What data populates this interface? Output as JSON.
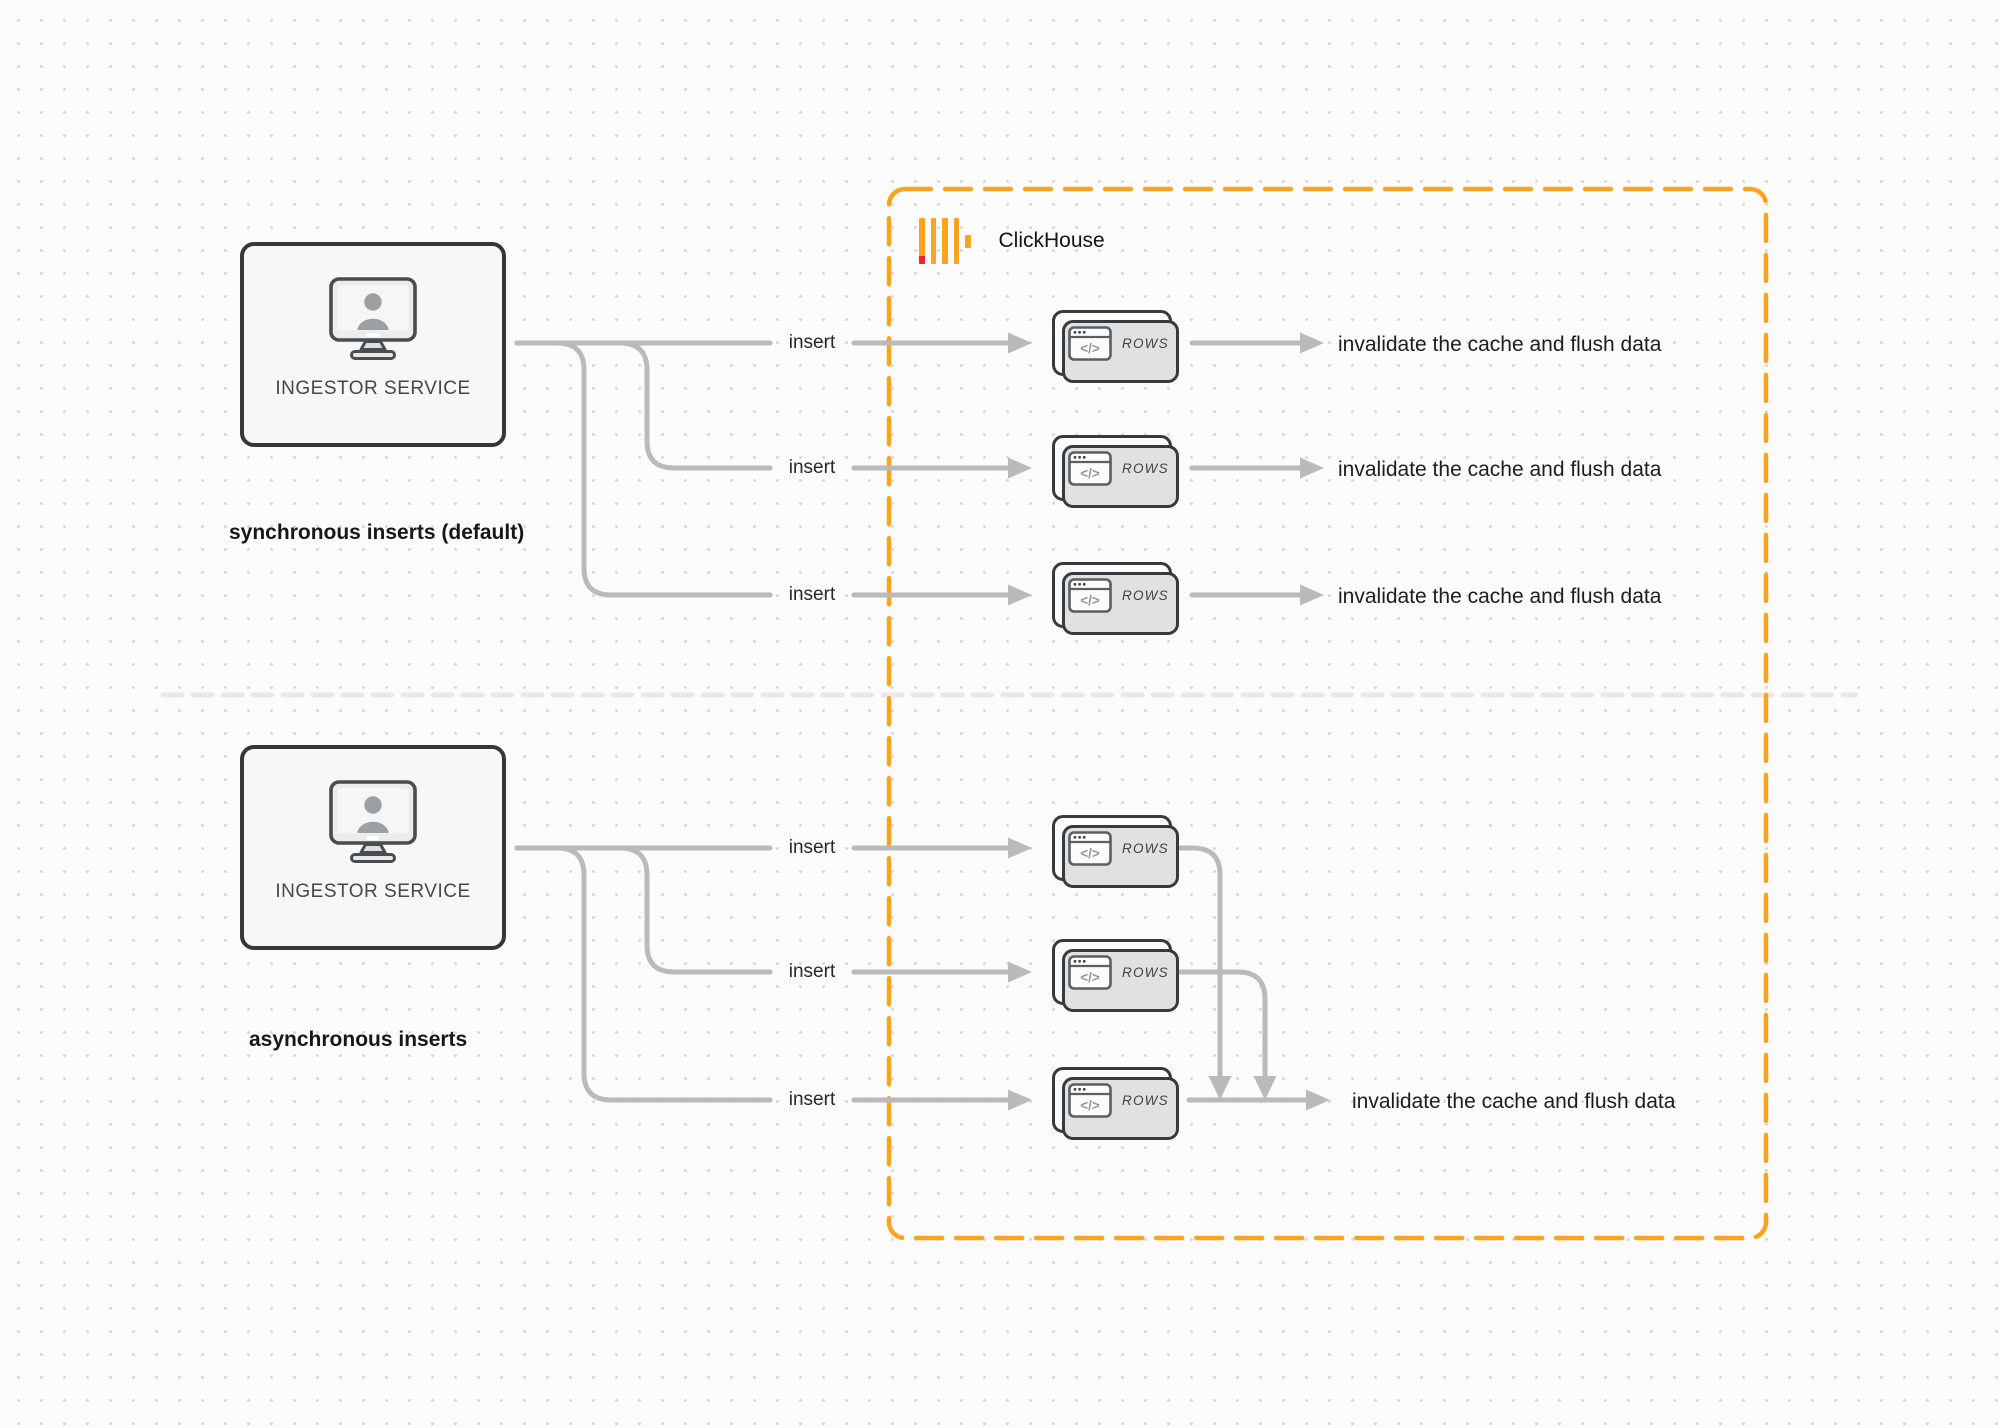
{
  "colors": {
    "accent_orange": "#FAA41D",
    "logo_red": "#F5222D",
    "wire_gray": "#BABABA",
    "divider_gray": "#E8E8E8",
    "node_border": "#33383C"
  },
  "clickhouse": {
    "brand_label": "ClickHouse",
    "logo_icon": "clickhouse-bars-icon"
  },
  "sync_section": {
    "caption": "synchronous inserts (default)",
    "service": {
      "label": "INGESTOR SERVICE",
      "icon": "monitor-user-icon"
    },
    "rows": [
      {
        "insert_label": "insert",
        "card_label": "ROWS",
        "card_icon": "code-window-icon",
        "result_label": "invalidate the cache and flush data"
      },
      {
        "insert_label": "insert",
        "card_label": "ROWS",
        "card_icon": "code-window-icon",
        "result_label": "invalidate the cache and flush data"
      },
      {
        "insert_label": "insert",
        "card_label": "ROWS",
        "card_icon": "code-window-icon",
        "result_label": "invalidate the cache and flush data"
      }
    ]
  },
  "async_section": {
    "caption": "asynchronous inserts",
    "service": {
      "label": "INGESTOR SERVICE",
      "icon": "monitor-user-icon"
    },
    "rows": [
      {
        "insert_label": "insert",
        "card_label": "ROWS",
        "card_icon": "code-window-icon"
      },
      {
        "insert_label": "insert",
        "card_label": "ROWS",
        "card_icon": "code-window-icon"
      },
      {
        "insert_label": "insert",
        "card_label": "ROWS",
        "card_icon": "code-window-icon"
      }
    ],
    "result_label": "invalidate the cache and flush data"
  }
}
